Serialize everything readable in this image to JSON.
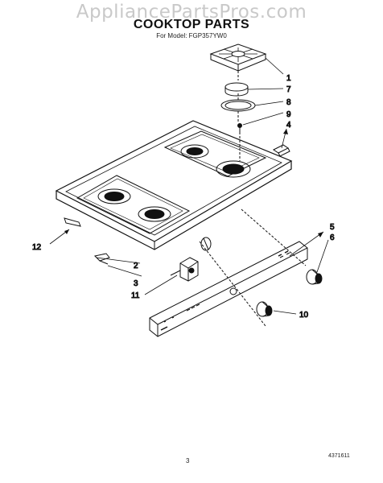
{
  "watermark": "AppliancePartsPros.com",
  "title": "COOKTOP PARTS",
  "subtitle": "For Model: FGP357YW0",
  "callouts": [
    "1",
    "7",
    "8",
    "9",
    "4",
    "5",
    "6",
    "12",
    "2",
    "3",
    "11",
    "10"
  ],
  "page_number": "3",
  "drawing_number": "4371611"
}
